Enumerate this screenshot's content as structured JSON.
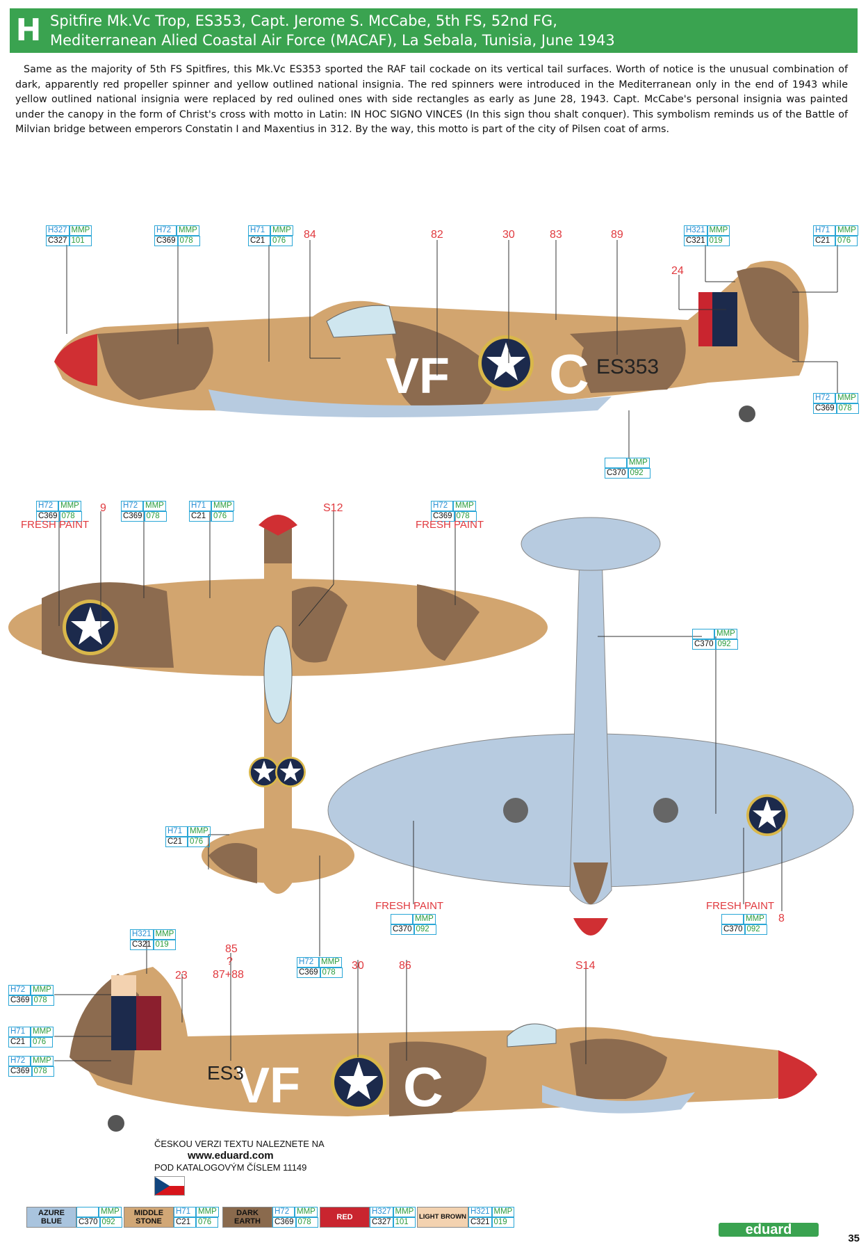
{
  "header": {
    "letter": "H",
    "title_line1": "Spitfire Mk.Vc Trop, ES353, Capt. Jerome S. McCabe, 5th FS, 52nd FG,",
    "title_line2": "Mediterranean Alied Coastal Air Force (MACAF), La Sebala, Tunisia, June 1943"
  },
  "description": "Same as the majority of 5th FS Spitfires, this Mk.Vc ES353 sported the RAF tail cockade on its vertical tail surfaces. Worth of notice is the unusual combination of dark, apparently red propeller spinner and yellow outlined national insignia. The red spinners were introduced in the Mediterranean only in the end of 1943 while yellow outlined national insignia were replaced by red oulined ones with side rectangles as early as June 28, 1943. Capt. McCabe's personal insignia was painted under the canopy in the form of Christ's cross with motto in Latin: IN HOC SIGNO VINCES (In this sign thou shalt conquer). This symbolism reminds us of the Battle of Milvian bridge between emperors Constatin I and Maxentius in 312. By the way, this motto is part of the city of Pilsen coat of arms.",
  "markings": {
    "code": "VF",
    "letter": "C",
    "serial": "ES353",
    "serial_partial": "ES3"
  },
  "callouts": [
    {
      "h": "H327",
      "m": "MMP",
      "c": "C327",
      "g": "101"
    },
    {
      "h": "H72",
      "m": "MMP",
      "c": "C369",
      "g": "078"
    },
    {
      "h": "H71",
      "m": "MMP",
      "c": "C21",
      "g": "076"
    },
    {
      "h": "H321",
      "m": "MMP",
      "c": "C321",
      "g": "019"
    },
    {
      "h": "",
      "m": "MMP",
      "c": "C370",
      "g": "092"
    }
  ],
  "red_numbers": {
    "n84": "84",
    "n82": "82",
    "n30": "30",
    "n83": "83",
    "n89": "89",
    "n24": "24",
    "n9": "9",
    "s12": "S12",
    "n8": "8",
    "n85": "85",
    "q": "?",
    "n8788": "87+88",
    "n23": "23",
    "n30b": "30",
    "n86": "86",
    "s14": "S14"
  },
  "fresh_paint": "FRESH PAINT",
  "czech_note": {
    "line1": "ČESKOU VERZI TEXTU NALEZNETE NA",
    "url": "www.eduard.com",
    "line3": "POD KATALOGOVÝM ČÍSLEM 11149"
  },
  "legend": [
    {
      "name": "AZURE BLUE",
      "color": "#a9c4de",
      "h": "",
      "m": "MMP",
      "c": "C370",
      "g": "092"
    },
    {
      "name": "MIDDLE STONE",
      "color": "#d1a776",
      "h": "H71",
      "m": "MMP",
      "c": "C21",
      "g": "076"
    },
    {
      "name": "DARK EARTH",
      "color": "#8a6a4d",
      "h": "H72",
      "m": "MMP",
      "c": "C369",
      "g": "078"
    },
    {
      "name": "RED",
      "color": "#c9252f",
      "h": "H327",
      "m": "MMP",
      "c": "C327",
      "g": "101"
    },
    {
      "name": "LIGHT BROWN",
      "color": "#f3d2b0",
      "h": "H321",
      "m": "MMP",
      "c": "C321",
      "g": "019"
    }
  ],
  "colors": {
    "header_green": "#3aa350",
    "stone": "#d2a56f",
    "earth": "#8c6b4f",
    "azure": "#b7cbe0",
    "red": "#d02f33",
    "usa_blue": "#1c2a4c",
    "yellow": "#d9b74a"
  },
  "logo": "eduard",
  "page_number": "35"
}
